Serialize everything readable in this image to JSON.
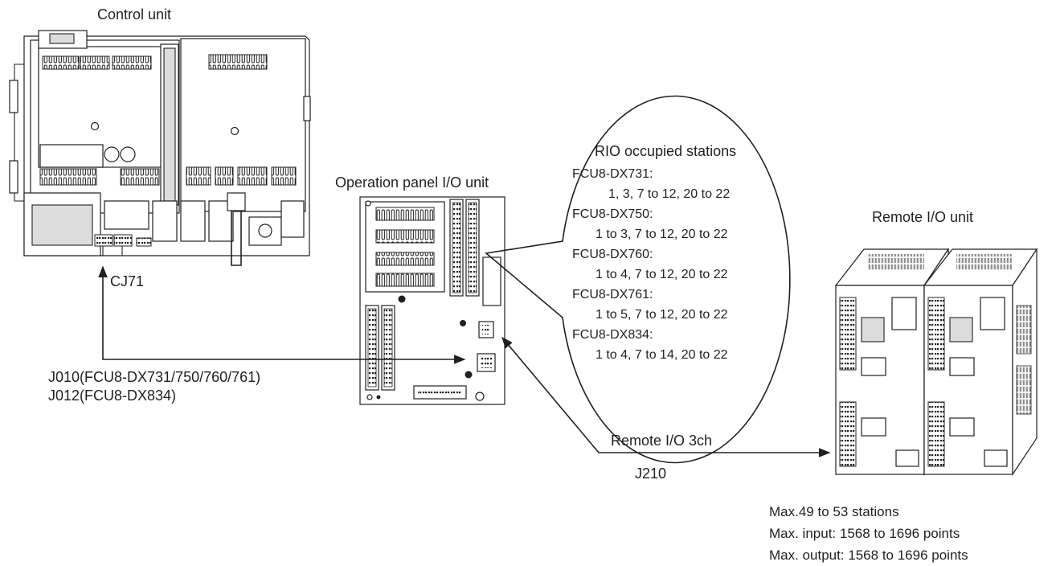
{
  "labels": {
    "control_unit": "Control unit",
    "operation_panel": "Operation panel I/O unit",
    "remote_io_unit": "Remote I/O unit",
    "cj71": "CJ71",
    "cable_j010": "J010(FCU8-DX731/750/760/761)",
    "cable_j012": "J012(FCU8-DX834)",
    "remote_io_3ch": "Remote I/O 3ch",
    "cable_j210": "J210"
  },
  "callout": {
    "title": "RIO occupied stations",
    "entries": [
      {
        "model": "FCU8-DX731:",
        "stations": "1, 3, 7 to 12, 20 to 22"
      },
      {
        "model": "FCU8-DX750:",
        "stations": "1 to 3, 7 to 12, 20 to 22"
      },
      {
        "model": "FCU8-DX760:",
        "stations": "1 to 4, 7 to 12, 20 to 22"
      },
      {
        "model": "FCU8-DX761:",
        "stations": "1 to 5, 7 to 12, 20 to 22"
      },
      {
        "model": "FCU8-DX834:",
        "stations": "1 to 4, 7 to 14, 20 to 22"
      }
    ]
  },
  "limits": {
    "stations": "Max.49 to 53 stations",
    "input": "Max. input: 1568 to 1696 points",
    "output": "Max. output: 1568 to 1696 points"
  }
}
